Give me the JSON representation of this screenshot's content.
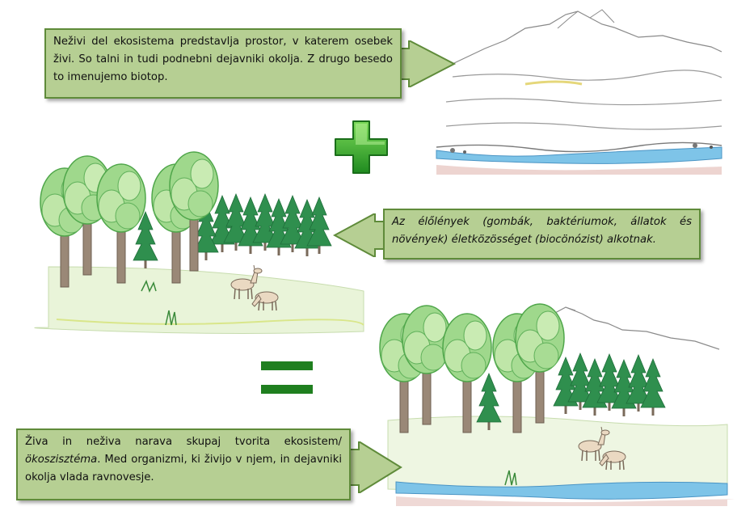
{
  "callouts": {
    "abiotic_sl": "Neživi del ekosistema predstavlja prostor, v katerem osebek živi. So talni in tudi podnebni dejavniki okolja. Z drugo besedo to  imenujemo biotop.",
    "biotic_hu": "Az élőlények (gombák, baktériumok, állatok és növények) életközösséget (biocönózist) alkotnak.",
    "ecosystem_sl_1": "Živa in neživa narava skupaj tvorita ekosistem/",
    "ecosystem_hu": "ökoszisztéma",
    "ecosystem_sl_2": ". Med organizmi, ki živijo v njem, in dejavniki okolja vlada ravnovesje."
  },
  "colors": {
    "callout_fill": "#b6cf93",
    "callout_border": "#5f8b3a",
    "operator_green": "#1f8a1f",
    "tree_green": "#7cc46a",
    "conifer_green": "#2f8a4a",
    "trunk_brown": "#8d7a6a",
    "water_blue": "#5aa8d8",
    "mountain_line": "#8a8a8a"
  },
  "icons": {
    "plus": "plus-icon",
    "equals": "equals-icon"
  }
}
